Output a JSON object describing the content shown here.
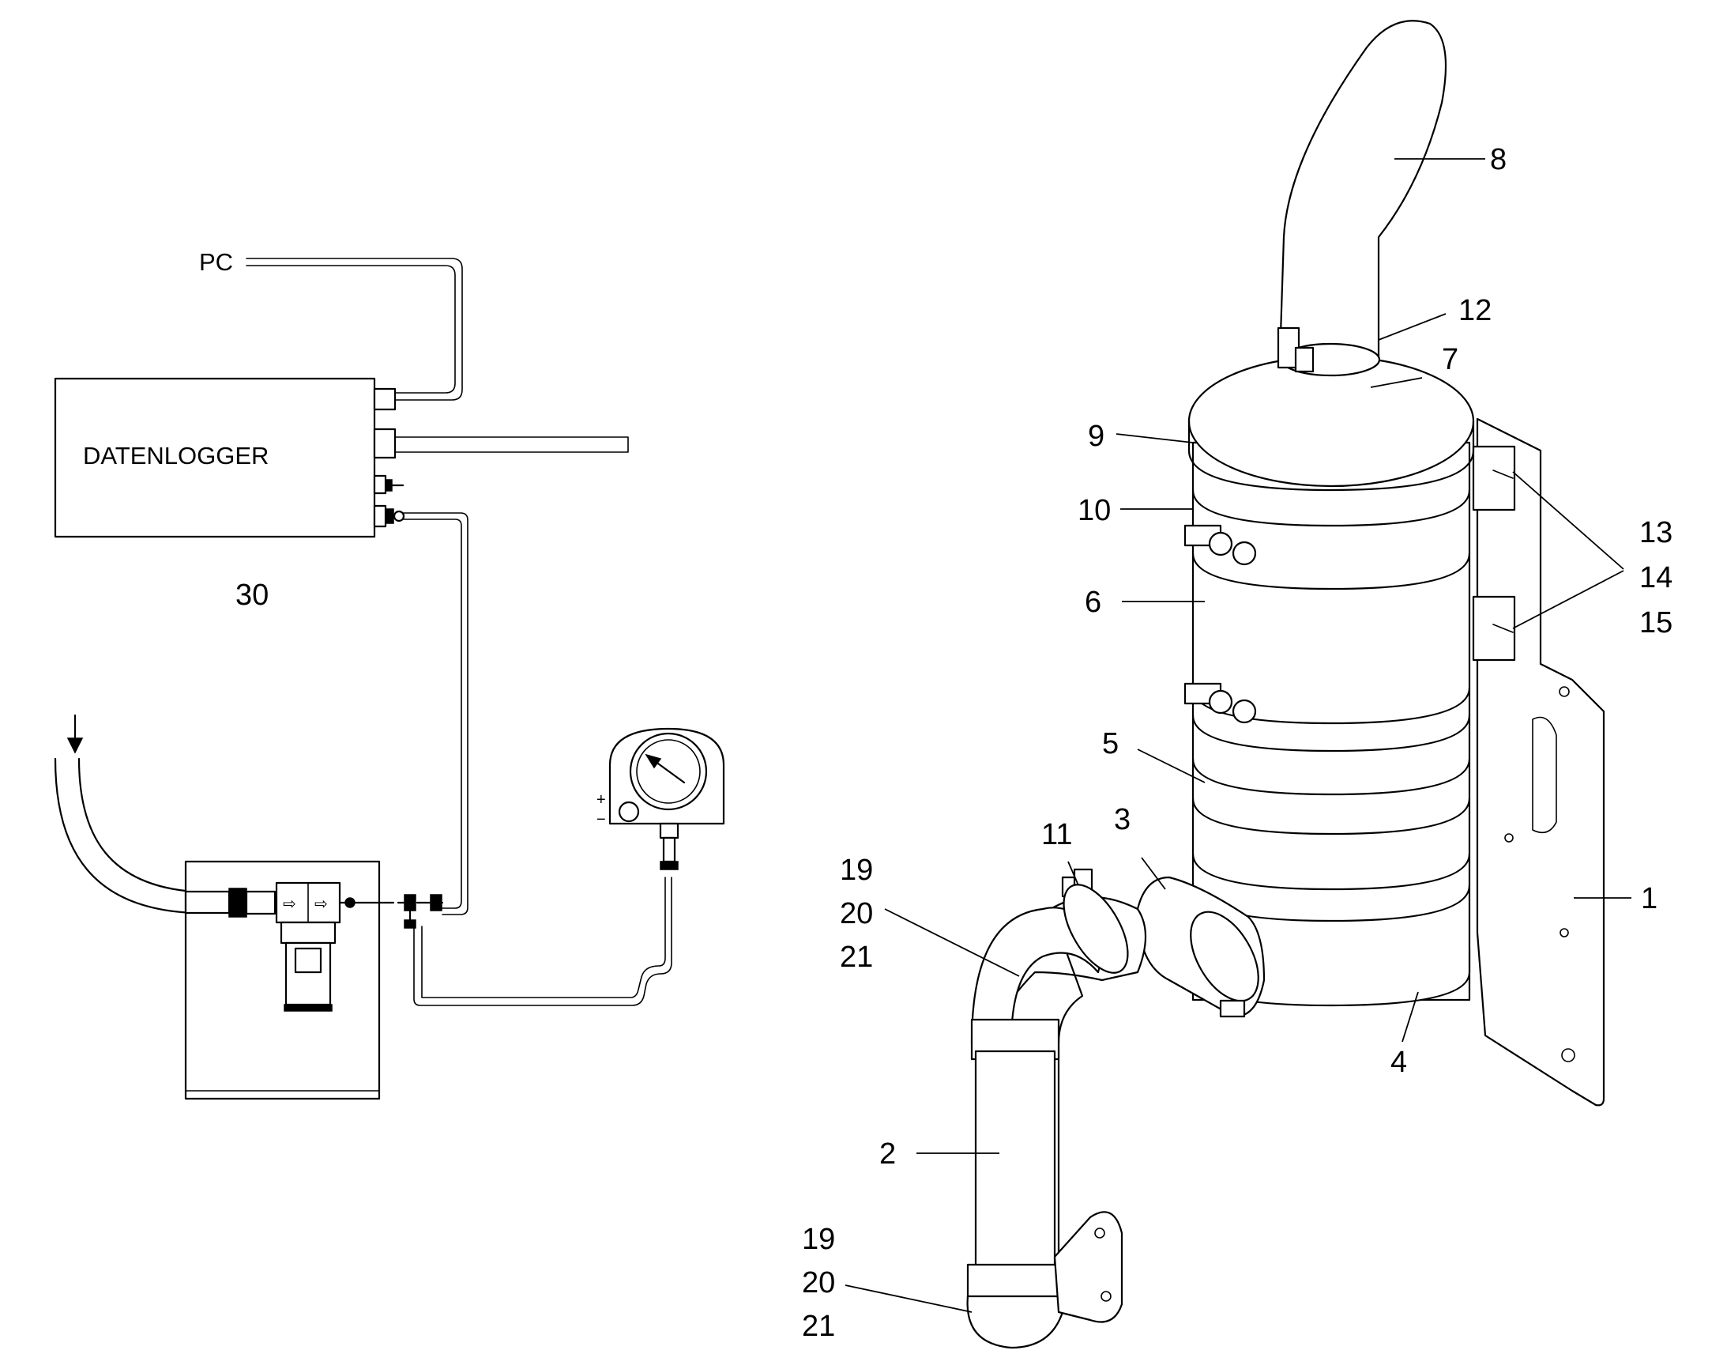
{
  "schematic": {
    "pc_label": "PC",
    "datalogger_label": "DATENLOGGER",
    "group_number": "30",
    "plus_sign": "+",
    "minus_sign": "−"
  },
  "callouts": [
    {
      "id": "1",
      "text": "1"
    },
    {
      "id": "2",
      "text": "2"
    },
    {
      "id": "3",
      "text": "3"
    },
    {
      "id": "4",
      "text": "4"
    },
    {
      "id": "5",
      "text": "5"
    },
    {
      "id": "6",
      "text": "6"
    },
    {
      "id": "7",
      "text": "7"
    },
    {
      "id": "8",
      "text": "8"
    },
    {
      "id": "9",
      "text": "9"
    },
    {
      "id": "10",
      "text": "10"
    },
    {
      "id": "11",
      "text": "11"
    },
    {
      "id": "12",
      "text": "12"
    },
    {
      "id": "13",
      "text": "13"
    },
    {
      "id": "14",
      "text": "14"
    },
    {
      "id": "15",
      "text": "15"
    },
    {
      "id": "19a",
      "text": "19"
    },
    {
      "id": "20a",
      "text": "20"
    },
    {
      "id": "21a",
      "text": "21"
    },
    {
      "id": "19b",
      "text": "19"
    },
    {
      "id": "20b",
      "text": "20"
    },
    {
      "id": "21b",
      "text": "21"
    }
  ]
}
